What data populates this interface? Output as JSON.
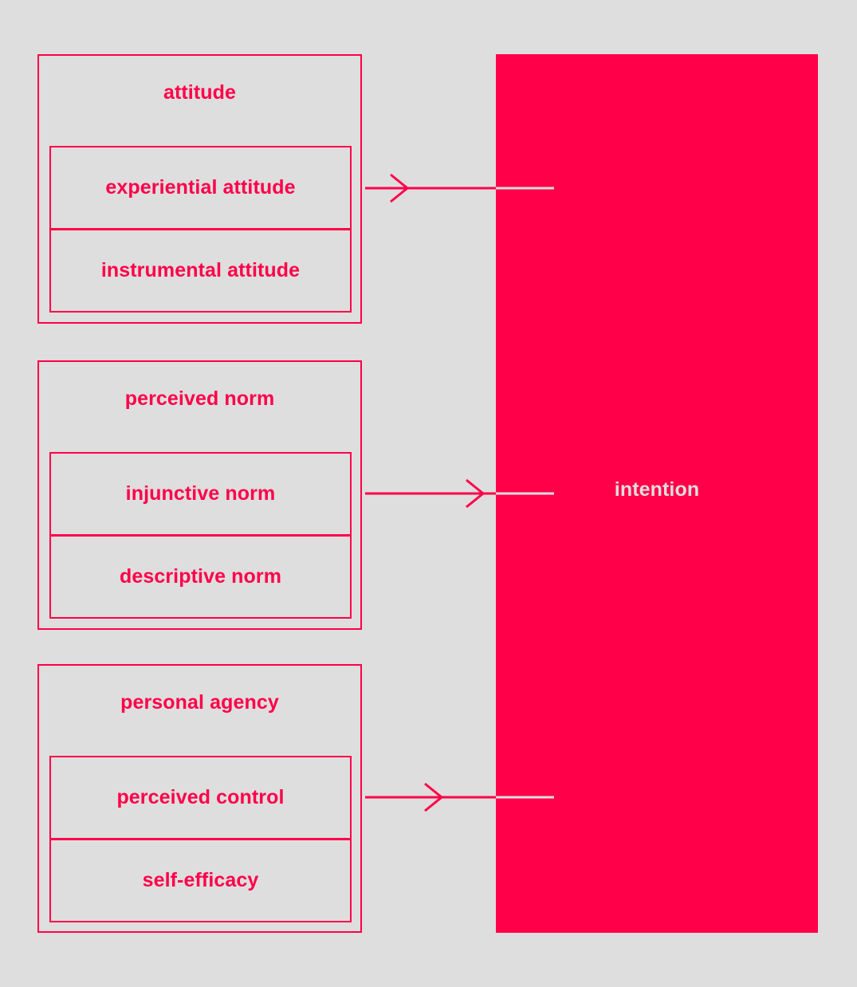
{
  "diagram": {
    "title_text_color": "#ff0049",
    "background_color": "#dedede",
    "accent_color": "#ff0049",
    "outcome_text_color": "#dedede",
    "groups": [
      {
        "title": "attitude",
        "sub_constructs": [
          {
            "label": "experiential attitude"
          },
          {
            "label": "instrumental attitude"
          }
        ]
      },
      {
        "title": "perceived norm",
        "sub_constructs": [
          {
            "label": "injunctive norm"
          },
          {
            "label": "descriptive norm"
          }
        ]
      },
      {
        "title": "personal agency",
        "sub_constructs": [
          {
            "label": "perceived control"
          },
          {
            "label": "self-efficacy"
          }
        ]
      }
    ],
    "outcome": {
      "label": "intention"
    },
    "arrows": [
      {
        "name": "attitude-to-intention"
      },
      {
        "name": "perceived-norm-to-intention"
      },
      {
        "name": "personal-agency-to-intention"
      }
    ]
  }
}
